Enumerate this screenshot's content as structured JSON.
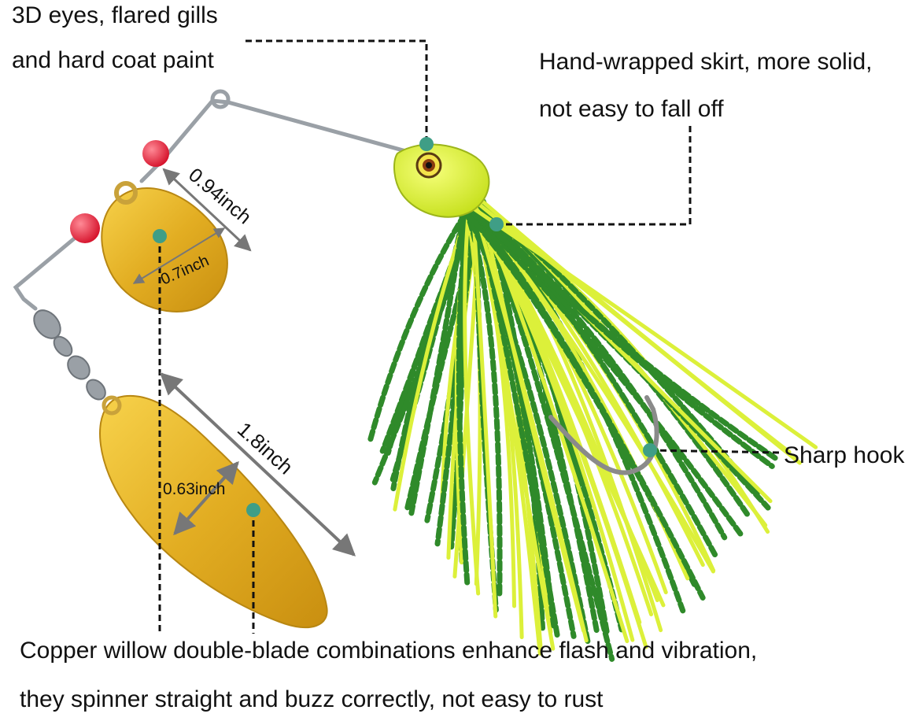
{
  "callouts": {
    "eyes_line1": "3D eyes, flared gills",
    "eyes_line2": "and hard coat paint",
    "skirt_line1": "Hand-wrapped skirt, more solid,",
    "skirt_line2": "not easy to fall off",
    "hook": "Sharp hook",
    "blades_line1": "Copper willow double-blade combinations enhance flash and vibration,",
    "blades_line2": "they spinner straight and buzz correctly, not easy to rust"
  },
  "dimensions": {
    "small_blade_length": "0.94inch",
    "small_blade_width": "0.7inch",
    "large_blade_length": "1.8inch",
    "large_blade_width": "0.63inch"
  },
  "colors": {
    "callout_dot": "#3f9e86",
    "blade_gold": "#e7b52c",
    "skirt_yellow": "#dcf03a",
    "skirt_green": "#2f8a2a",
    "bead_red": "#e0283b",
    "wire": "#9aa0a6"
  }
}
